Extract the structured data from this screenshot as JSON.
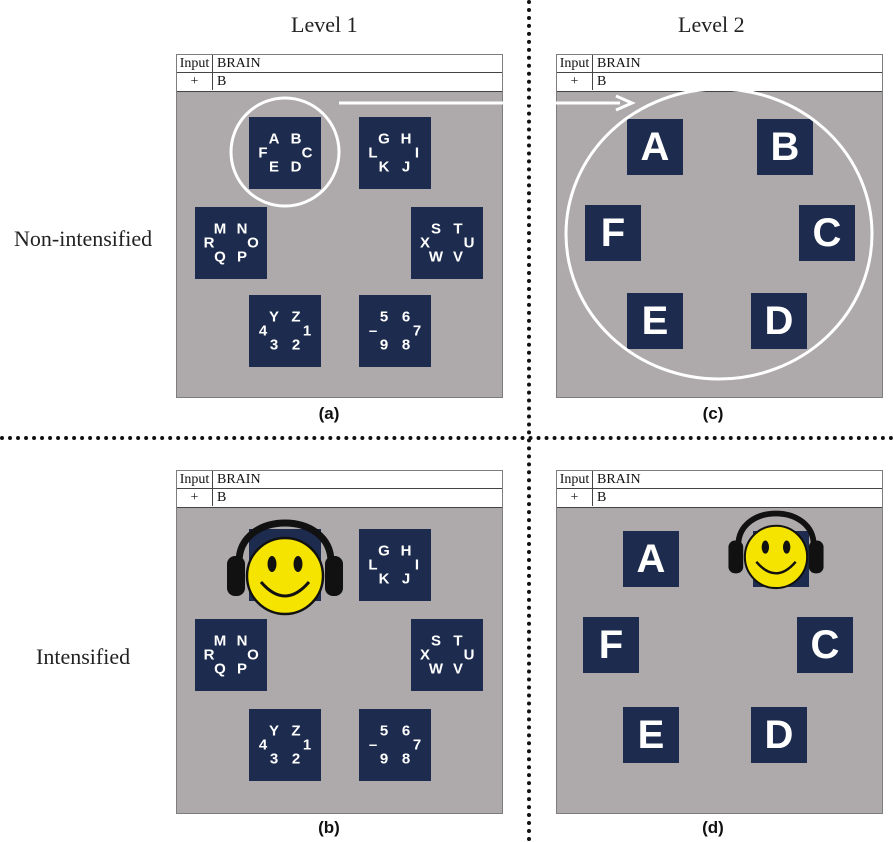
{
  "column_titles": [
    "Level 1",
    "Level 2"
  ],
  "row_labels": [
    "Non-intensified",
    "Intensified"
  ],
  "header": {
    "row1_label": "Input",
    "row1_value": "BRAIN",
    "row2_label": "+",
    "row2_value": "B"
  },
  "captions": [
    "(a)",
    "(b)",
    "(c)",
    "(d)"
  ],
  "groups": [
    [
      "A",
      "B",
      "C",
      "D",
      "E",
      "F"
    ],
    [
      "G",
      "H",
      "I",
      "J",
      "K",
      "L"
    ],
    [
      "M",
      "N",
      "O",
      "P",
      "Q",
      "R"
    ],
    [
      "S",
      "T",
      "U",
      "V",
      "W",
      "X"
    ],
    [
      "Y",
      "Z",
      "1",
      "2",
      "3",
      "4"
    ],
    [
      "5",
      "6",
      "7",
      "8",
      "9",
      "–"
    ]
  ],
  "level2_letters": [
    "A",
    "B",
    "C",
    "D",
    "E",
    "F"
  ],
  "icons": [
    "smiley-with-headphones-icon",
    "selection-circle",
    "arrow-icon"
  ],
  "colors": {
    "tile": "#1c2b4e",
    "panel": "#aeaaab",
    "smiley_face": "#f5e400",
    "headphones": "#111111"
  }
}
